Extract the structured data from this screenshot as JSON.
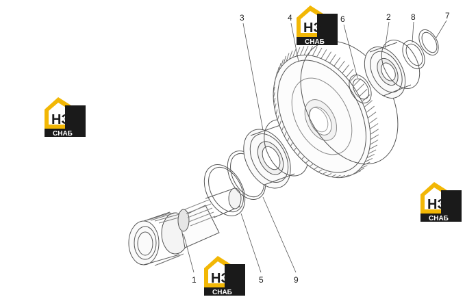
{
  "diagram": {
    "callouts": [
      {
        "id": "1",
        "label": "1"
      },
      {
        "id": "2",
        "label": "2"
      },
      {
        "id": "3",
        "label": "3"
      },
      {
        "id": "4",
        "label": "4"
      },
      {
        "id": "5",
        "label": "5"
      },
      {
        "id": "6",
        "label": "6"
      },
      {
        "id": "7",
        "label": "7"
      },
      {
        "id": "8",
        "label": "8"
      },
      {
        "id": "9",
        "label": "9"
      }
    ],
    "watermark": {
      "mark": "НЗ",
      "word": "СНАБ",
      "colors": {
        "house": "#f2b705",
        "dark": "#1a1a1a",
        "white": "#ffffff"
      }
    },
    "line_color": "#555555"
  }
}
